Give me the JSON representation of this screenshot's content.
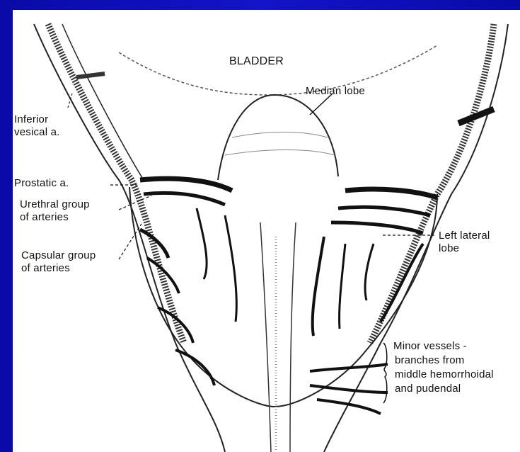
{
  "slide": {
    "background_color": "#1414c8"
  },
  "figure": {
    "labels": {
      "bladder": "BLADDER",
      "median_lobe": "Median lobe",
      "inferior_vesical_line1": "Inferior",
      "inferior_vesical_line2": "vesical a.",
      "prostatic": "Prostatic a.",
      "urethral_line1": "Urethral group",
      "urethral_line2": "of arteries",
      "capsular_line1": "Capsular group",
      "capsular_line2": "of arteries",
      "left_lateral_line1": "Left lateral",
      "left_lateral_line2": "lobe",
      "minor_line1": "Minor vessels -",
      "minor_line2": "branches from",
      "minor_line3": "middle hemorrhoidal",
      "minor_line4": "and pudendal"
    }
  }
}
